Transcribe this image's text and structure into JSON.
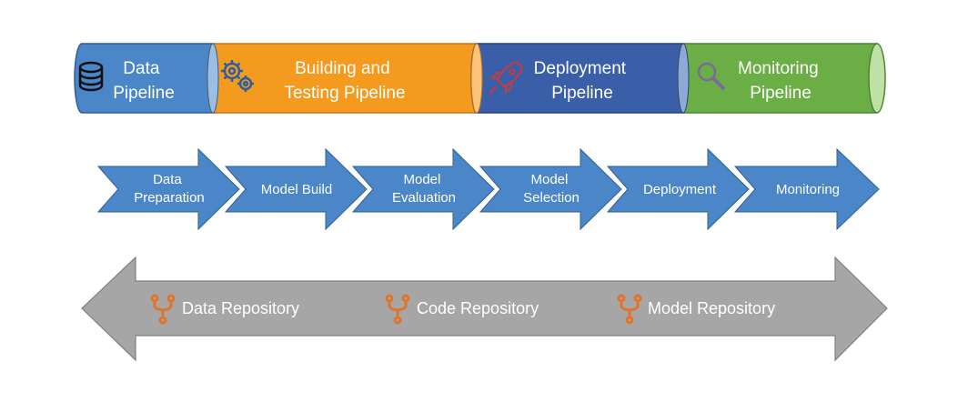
{
  "pipelines": [
    {
      "lines": [
        "Data",
        "Pipeline"
      ],
      "icon": "database-icon",
      "color": "#4A86C8"
    },
    {
      "lines": [
        "Building and",
        "Testing Pipeline"
      ],
      "icon": "gears-icon",
      "color": "#F39A1F"
    },
    {
      "lines": [
        "Deployment",
        "Pipeline"
      ],
      "icon": "rocket-icon",
      "color": "#3A5FA8"
    },
    {
      "lines": [
        "Monitoring",
        "Pipeline"
      ],
      "icon": "magnifier-icon",
      "color": "#6AAE45"
    }
  ],
  "steps": [
    {
      "lines": [
        "Data",
        "Preparation"
      ]
    },
    {
      "lines": [
        "Model Build"
      ]
    },
    {
      "lines": [
        "Model",
        "Evaluation"
      ]
    },
    {
      "lines": [
        "Model",
        "Selection"
      ]
    },
    {
      "lines": [
        "Deployment"
      ]
    },
    {
      "lines": [
        "Monitoring"
      ]
    }
  ],
  "repositories": [
    {
      "label": "Data Repository",
      "icon": "fork-icon"
    },
    {
      "label": "Code Repository",
      "icon": "fork-icon"
    },
    {
      "label": "Model Repository",
      "icon": "fork-icon"
    }
  ],
  "colors": {
    "step_fill": "#4A86C8",
    "repo_arrow": "#A6A6A6",
    "repo_icon": "#E0742A"
  }
}
